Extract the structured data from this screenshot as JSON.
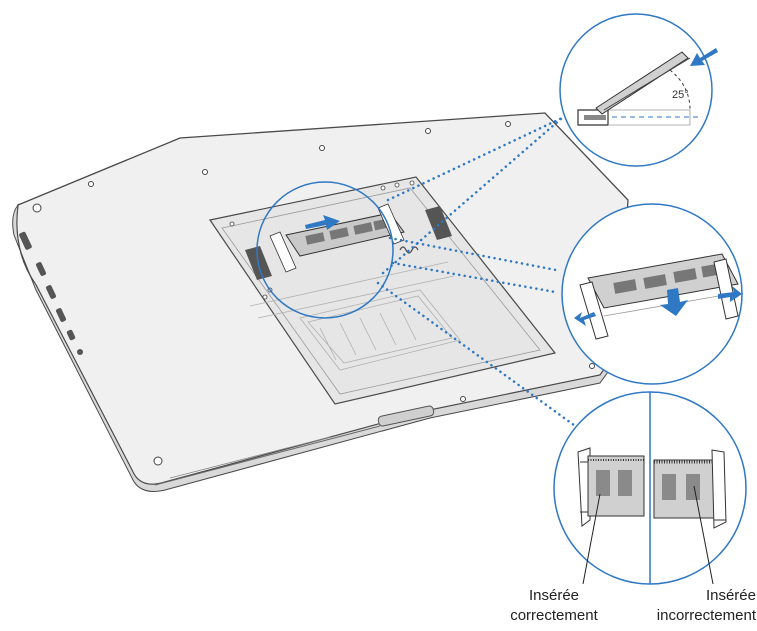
{
  "angle_label": "25°",
  "labels": {
    "correct": {
      "line1": "Insérée",
      "line2": "correctement"
    },
    "incorrect": {
      "line1": "Insérée",
      "line2": "incorrectement"
    }
  },
  "colors": {
    "accent": "#2f78c4",
    "outline": "#4a4a4a",
    "case_fill": "#eeeeee",
    "bay_fill": "#e6e6e6"
  }
}
